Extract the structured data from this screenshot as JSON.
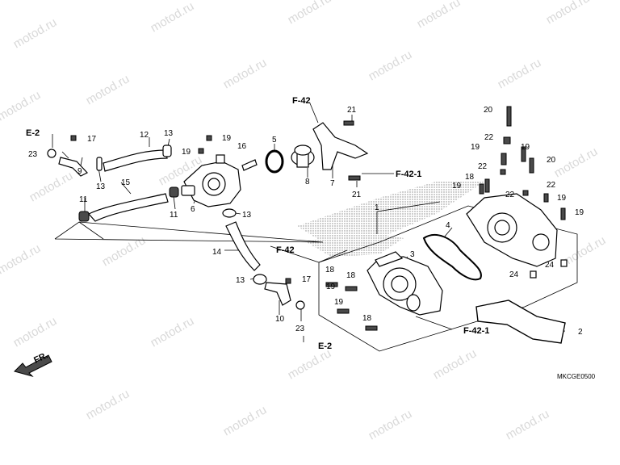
{
  "watermark": "motod.ru",
  "labels": {
    "p1": "1",
    "p2": "2",
    "p3": "3",
    "p4": "4",
    "p5": "5",
    "p6": "6",
    "p7": "7",
    "p8": "8",
    "p9": "9",
    "p10": "10",
    "p11a": "11",
    "p11b": "11",
    "p12": "12",
    "p13a": "13",
    "p13b": "13",
    "p13c": "13",
    "p13d": "13",
    "p14": "14",
    "p15": "15",
    "p16": "16",
    "p17a": "17",
    "p17b": "17",
    "p18a": "18",
    "p18b": "18",
    "p18c": "18",
    "p18d": "18",
    "p19a": "19",
    "p19b": "19",
    "p19c": "19",
    "p19d": "19",
    "p19e": "19",
    "p19f": "19",
    "p19g": "19",
    "p19h": "19",
    "p19i": "19",
    "p20a": "20",
    "p20b": "20",
    "p21a": "21",
    "p21b": "21",
    "p22a": "22",
    "p22b": "22",
    "p22c": "22",
    "p22d": "22",
    "p23a": "23",
    "p23b": "23",
    "p24a": "24",
    "p24b": "24"
  },
  "refs": {
    "e2_top": "E-2",
    "e2_bottom": "E-2",
    "f42_top": "F-42",
    "f42_mid": "F-42",
    "f421_top": "F-42-1",
    "f421_bottom": "F-42-1",
    "fr": "FR."
  },
  "diagram_code": "MKCGE0500"
}
